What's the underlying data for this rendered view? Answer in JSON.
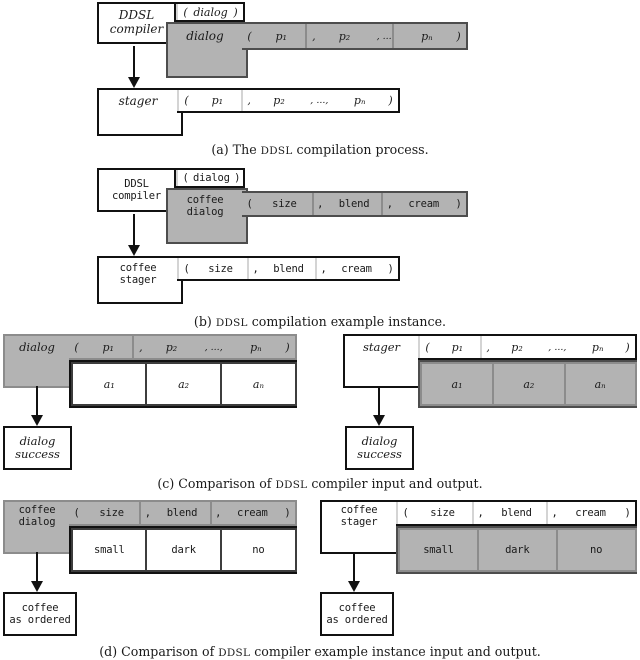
{
  "figure": {
    "title_implicit": "DDSL compilation process figures",
    "acronym": "DDSL"
  },
  "panel_a": {
    "caption_prefix": "(a) The ",
    "caption_acronym": "DDSL",
    "caption_suffix": " compilation process.",
    "compiler_box": {
      "line1": "DDSL",
      "line2": "compiler"
    },
    "compiler_signature": {
      "open": "(",
      "name": "dialog",
      "close": ")"
    },
    "dialog_box": {
      "label": "dialog"
    },
    "dialog_tuple": {
      "open": "(",
      "params": [
        "p₁",
        "p₂",
        "pₙ"
      ],
      "sep1": ",",
      "sep2": ", ...,",
      "close": ")"
    },
    "stager_box": {
      "label": "stager"
    },
    "stager_tuple": {
      "open": "(",
      "params": [
        "p₁",
        "p₂",
        "pₙ"
      ],
      "sep1": ",",
      "sep2": ", ...,",
      "close": ")"
    }
  },
  "panel_b": {
    "caption_prefix": "(b) ",
    "caption_acronym": "DDSL",
    "caption_suffix": " compilation example instance.",
    "compiler_box": {
      "line1": "DDSL",
      "line2": "compiler"
    },
    "compiler_signature": {
      "open": "(",
      "name": "dialog",
      "close": ")"
    },
    "dialog_box": {
      "line1": "coffee",
      "line2": "dialog"
    },
    "dialog_tuple": {
      "open": "(",
      "params": [
        "size",
        "blend",
        "cream"
      ],
      "sep1": ",",
      "sep2": ",",
      "close": ")"
    },
    "stager_box": {
      "line1": "coffee",
      "line2": "stager"
    },
    "stager_tuple": {
      "open": "(",
      "params": [
        "size",
        "blend",
        "cream"
      ],
      "sep1": ",",
      "sep2": ",",
      "close": ")"
    }
  },
  "panel_c": {
    "caption_prefix": "(c) Comparison of ",
    "caption_acronym": "DDSL",
    "caption_suffix": " compiler input and output.",
    "left": {
      "header_label": "dialog",
      "tuple": {
        "open": "(",
        "params": [
          "p₁",
          "p₂",
          "pₙ"
        ],
        "sep1": ",",
        "sep2": ", ...,",
        "close": ")"
      },
      "answers": [
        "a₁",
        "a₂",
        "aₙ"
      ],
      "result_box": {
        "line1": "dialog",
        "line2": "success"
      }
    },
    "right": {
      "header_label": "stager",
      "tuple": {
        "open": "(",
        "params": [
          "p₁",
          "p₂",
          "pₙ"
        ],
        "sep1": ",",
        "sep2": ", ...,",
        "close": ")"
      },
      "answers": [
        "a₁",
        "a₂",
        "aₙ"
      ],
      "result_box": {
        "line1": "dialog",
        "line2": "success"
      }
    }
  },
  "panel_d": {
    "caption_prefix": "(d) Comparison of ",
    "caption_acronym": "DDSL",
    "caption_suffix": " compiler example instance input and output.",
    "left": {
      "header_line1": "coffee",
      "header_line2": "dialog",
      "tuple": {
        "open": "(",
        "params": [
          "size",
          "blend",
          "cream"
        ],
        "sep1": ",",
        "sep2": ",",
        "close": ")"
      },
      "answers": [
        "small",
        "dark",
        "no"
      ],
      "result_box": {
        "line1": "coffee",
        "line2": "as ordered"
      }
    },
    "right": {
      "header_line1": "coffee",
      "header_line2": "stager",
      "tuple": {
        "open": "(",
        "params": [
          "size",
          "blend",
          "cream"
        ],
        "sep1": ",",
        "sep2": ",",
        "close": ")"
      },
      "answers": [
        "small",
        "dark",
        "no"
      ],
      "result_box": {
        "line1": "coffee",
        "line2": "as ordered"
      }
    }
  },
  "colors": {
    "gray_fill": "#b3b3b3",
    "white_fill": "#ffffff",
    "stroke_dark": "#111111",
    "stroke_mid": "#4d4d4d"
  }
}
